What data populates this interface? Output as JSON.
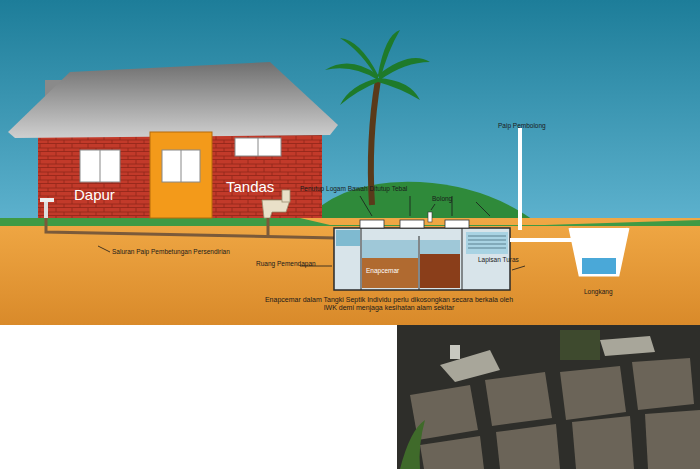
{
  "diagram": {
    "labels": [
      "Dapur",
      "Tandas",
      "Penutup Logam Bawah Ditutup Tebal",
      "Bolong",
      "Paip Pembolong",
      "Saluran Paip Pembetungan Persendirian",
      "Ruang Pemendapan",
      "Enapcemar",
      "Lapisan Turas",
      "Longkang",
      "Enapcemar dalam Tangki Septik Individu perlu dikosongkan secara berkala oleh IWK demi menjaga kesihatan alam sekitar"
    ]
  }
}
